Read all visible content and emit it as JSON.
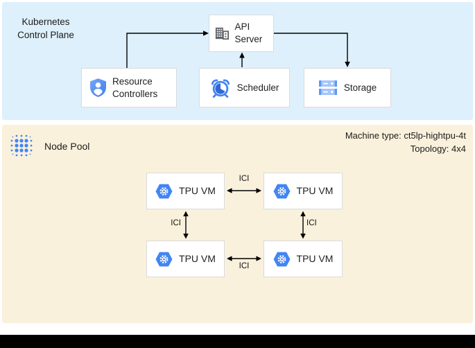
{
  "control_plane": {
    "title": "Kubernetes Control Plane",
    "nodes": {
      "api_server": {
        "label": "API Server",
        "icon": "building-icon"
      },
      "resource_controllers": {
        "label": "Resource Controllers",
        "icon": "shield-user-icon"
      },
      "scheduler": {
        "label": "Scheduler",
        "icon": "alarm-clock-icon"
      },
      "storage": {
        "label": "Storage",
        "icon": "server-stack-icon"
      }
    }
  },
  "node_pool": {
    "title": "Node Pool",
    "icon": "dot-grid-icon",
    "machine_type": "Machine type: ct5lp-hightpu-4t",
    "topology": "Topology: 4x4",
    "vms": [
      {
        "label": "TPU VM",
        "icon": "gke-hexagon-icon"
      },
      {
        "label": "TPU VM",
        "icon": "gke-hexagon-icon"
      },
      {
        "label": "TPU VM",
        "icon": "gke-hexagon-icon"
      },
      {
        "label": "TPU VM",
        "icon": "gke-hexagon-icon"
      }
    ],
    "links": [
      {
        "label": "ICI"
      },
      {
        "label": "ICI"
      },
      {
        "label": "ICI"
      },
      {
        "label": "ICI"
      }
    ]
  },
  "colors": {
    "control_plane_bg": "#def0fb",
    "node_pool_bg": "#faf1dc",
    "box_border": "#d8dade",
    "google_blue": "#4285f4",
    "dark_blue": "#3367d6",
    "icon_gray": "#5f6368",
    "arrow": "#000000"
  }
}
